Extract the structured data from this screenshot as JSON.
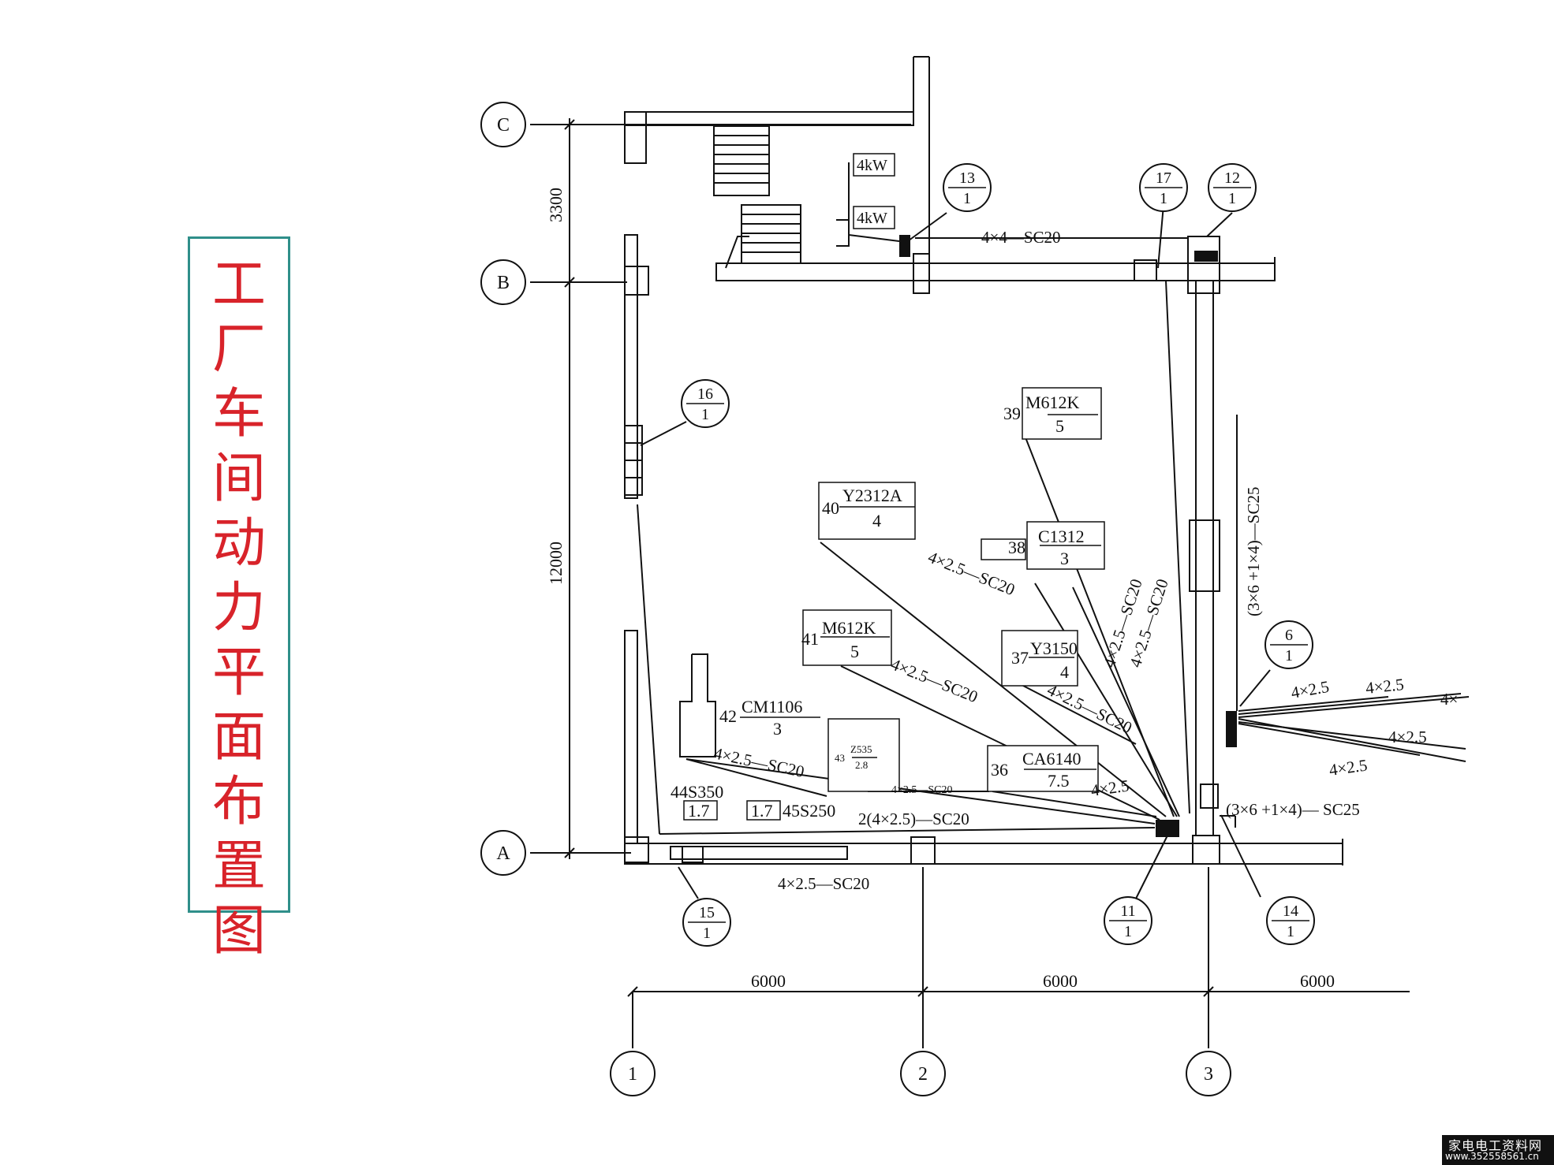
{
  "title": "工厂车间动力平面布置图",
  "axes": {
    "rows": [
      "C",
      "B",
      "A"
    ],
    "cols": [
      "1",
      "2",
      "3"
    ]
  },
  "dims": {
    "d_cb": "3300",
    "d_ba": "12000",
    "bay1": "6000",
    "bay2": "6000",
    "bay3": "6000"
  },
  "power_labels": [
    "4kW",
    "4kW"
  ],
  "boxes": [
    {
      "num": "13",
      "den": "1"
    },
    {
      "num": "17",
      "den": "1"
    },
    {
      "num": "12",
      "den": "1"
    },
    {
      "num": "16",
      "den": "1"
    },
    {
      "num": "6",
      "den": "1"
    },
    {
      "num": "15",
      "den": "1"
    },
    {
      "num": "11",
      "den": "1"
    },
    {
      "num": "14",
      "den": "1"
    }
  ],
  "machines": {
    "m39": {
      "id": "39",
      "model": "M612K",
      "kw": "5"
    },
    "m40": {
      "id": "40",
      "model": "Y2312A",
      "kw": "4"
    },
    "m38": {
      "id": "38",
      "model": "C1312",
      "kw": "3"
    },
    "m41": {
      "id": "41",
      "model": "M612K",
      "kw": "5"
    },
    "m37": {
      "id": "37",
      "model": "Y3150",
      "kw": "4"
    },
    "m42": {
      "id": "42",
      "model": "CM1106",
      "kw": "3"
    },
    "m43": {
      "id": "43",
      "model": "Z535",
      "kw": "2.8"
    },
    "m36": {
      "id": "36",
      "model": "CA6140",
      "kw": "7.5"
    },
    "m44": {
      "label": "44S350",
      "kw": "1.7"
    },
    "m45": {
      "label": "45S250",
      "kw": "1.7"
    }
  },
  "cables": {
    "c_top": "4×4—SC20",
    "c_vert_right": "(3×6 +1×4)—SC25",
    "c_right_lower": "(3×6 +1×4)— SC25",
    "c40": "4×2.5—SC20",
    "c38a": "4×2.5—SC20",
    "c38b": "4×2.5—SC20",
    "c41": "4×2.5—SC20",
    "c37": "4×2.5—SC20",
    "c42": "4×2.5—SC20",
    "c43": "4×2.5—SC20",
    "c36": "4×2.5",
    "c45": "2(4×2.5)—SC20",
    "c_bottom": "4×2.5—SC20",
    "c_r1": "4×2.5",
    "c_r2": "4×2.5",
    "c_r3": "4×",
    "c_r4": "4×2.5",
    "c_r5": "4×2.5"
  },
  "watermark": {
    "line1": "家电电工资料网",
    "line2": "www.352558561.cn"
  }
}
